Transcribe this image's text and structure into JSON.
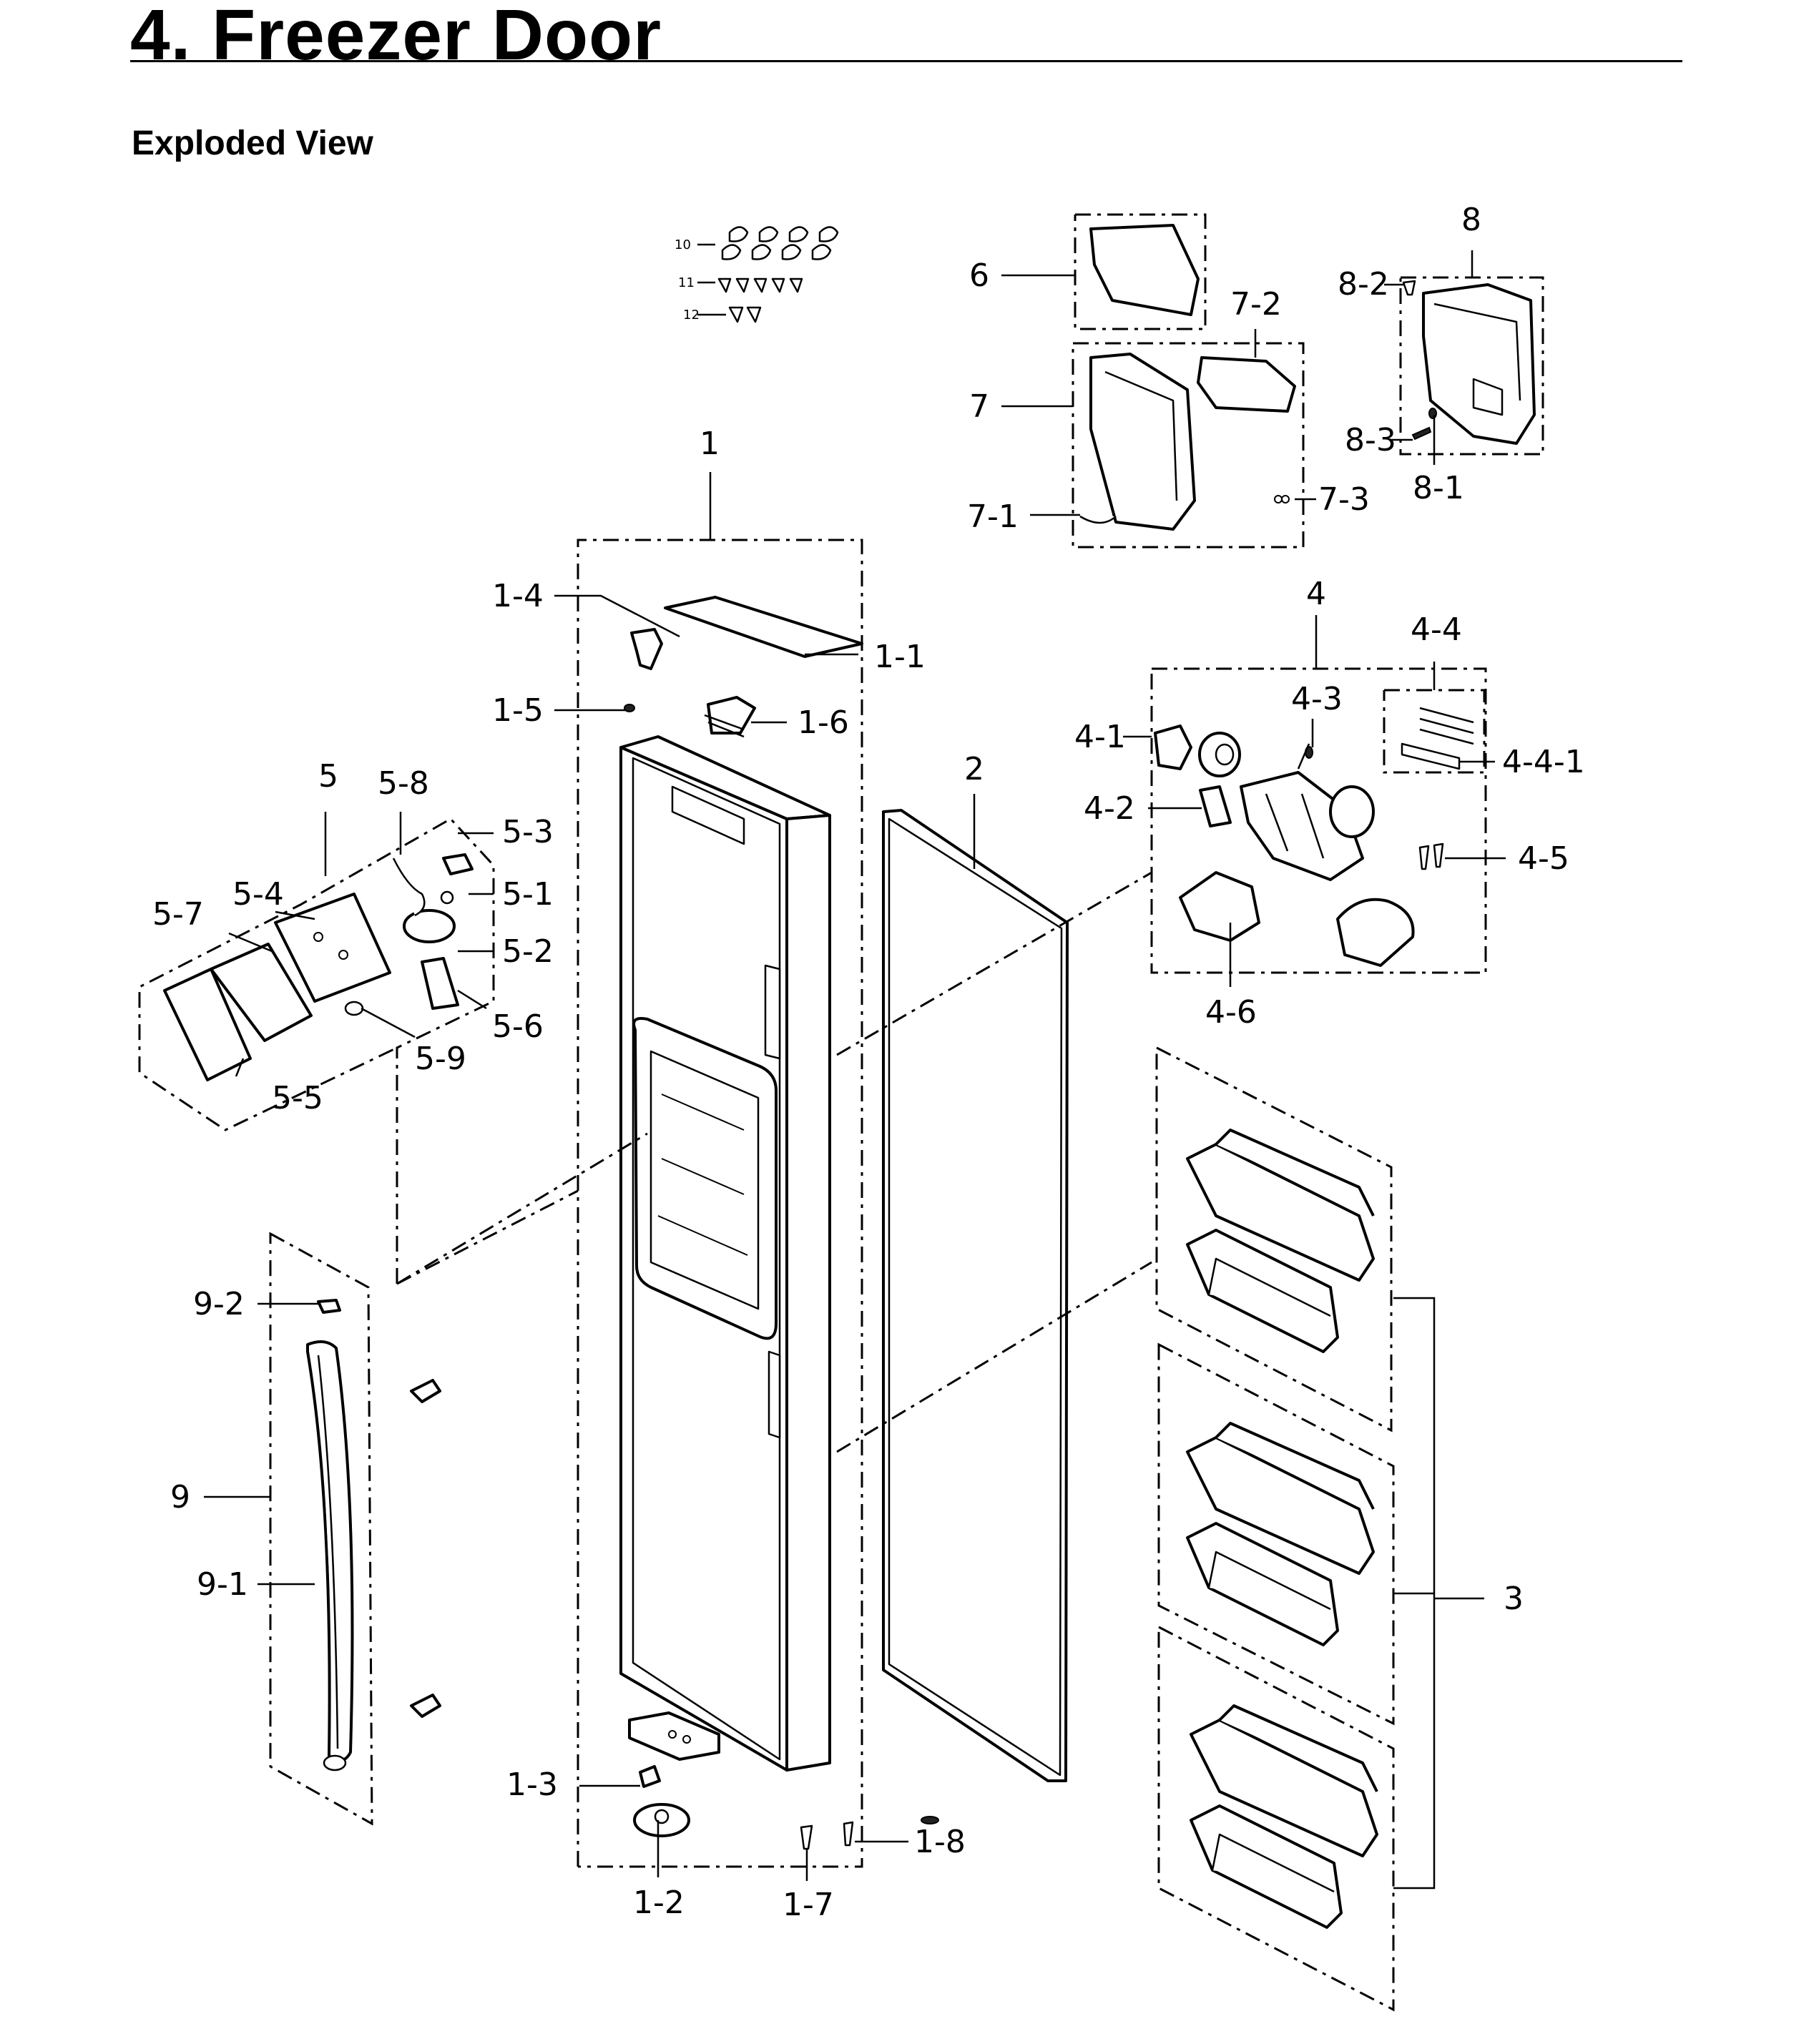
{
  "header": {
    "title": "4.  Freezer Door",
    "subtitle": "Exploded View"
  },
  "diagram": {
    "labels": {
      "l1": "1",
      "l1_1": "1-1",
      "l1_2": "1-2",
      "l1_3": "1-3",
      "l1_4": "1-4",
      "l1_5": "1-5",
      "l1_6": "1-6",
      "l1_7": "1-7",
      "l1_8": "1-8",
      "l2": "2",
      "l3": "3",
      "l4": "4",
      "l4_1": "4-1",
      "l4_2": "4-2",
      "l4_3": "4-3",
      "l4_4": "4-4",
      "l4_4_1": "4-4-1",
      "l4_5": "4-5",
      "l4_6": "4-6",
      "l5": "5",
      "l5_1": "5-1",
      "l5_2": "5-2",
      "l5_3": "5-3",
      "l5_4": "5-4",
      "l5_5": "5-5",
      "l5_6": "5-6",
      "l5_7": "5-7",
      "l5_8": "5-8",
      "l5_9": "5-9",
      "l6": "6",
      "l7": "7",
      "l7_1": "7-1",
      "l7_2": "7-2",
      "l7_3": "7-3",
      "l8": "8",
      "l8_1": "8-1",
      "l8_2": "8-2",
      "l8_3": "8-3",
      "l9": "9",
      "l9_1": "9-1",
      "l9_2": "9-2",
      "l10": "10",
      "l11": "11",
      "l12": "12"
    }
  }
}
